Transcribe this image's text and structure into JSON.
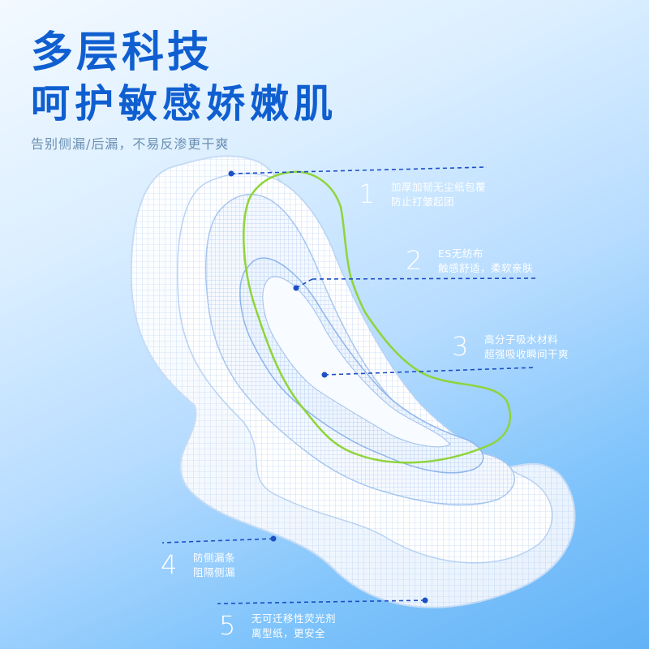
{
  "headline": {
    "line1": "多层科技",
    "line2": "呵护敏感娇嫩肌",
    "subtitle": "告别侧漏/后漏，不易反渗更干爽"
  },
  "callouts": [
    {
      "number": "1",
      "line1": "加厚加韧无尘纸包覆",
      "line2": "防止打皱起团"
    },
    {
      "number": "2",
      "line1": "ES无纺布",
      "line2": "触感舒适，柔软亲肤"
    },
    {
      "number": "3",
      "line1": "高分子吸水材料",
      "line2": "超强吸收瞬间干爽"
    },
    {
      "number": "4",
      "line1": "防侧漏条",
      "line2": "阻隔侧漏"
    },
    {
      "number": "5",
      "line1": "无可迁移性荧光剂",
      "line2": "离型纸，更安全"
    }
  ],
  "colors": {
    "headline": "#0f5fd1",
    "accent_outline": "#8fd43a",
    "leader_line": "#1d4fc4",
    "callout_text": "#ffffff"
  }
}
